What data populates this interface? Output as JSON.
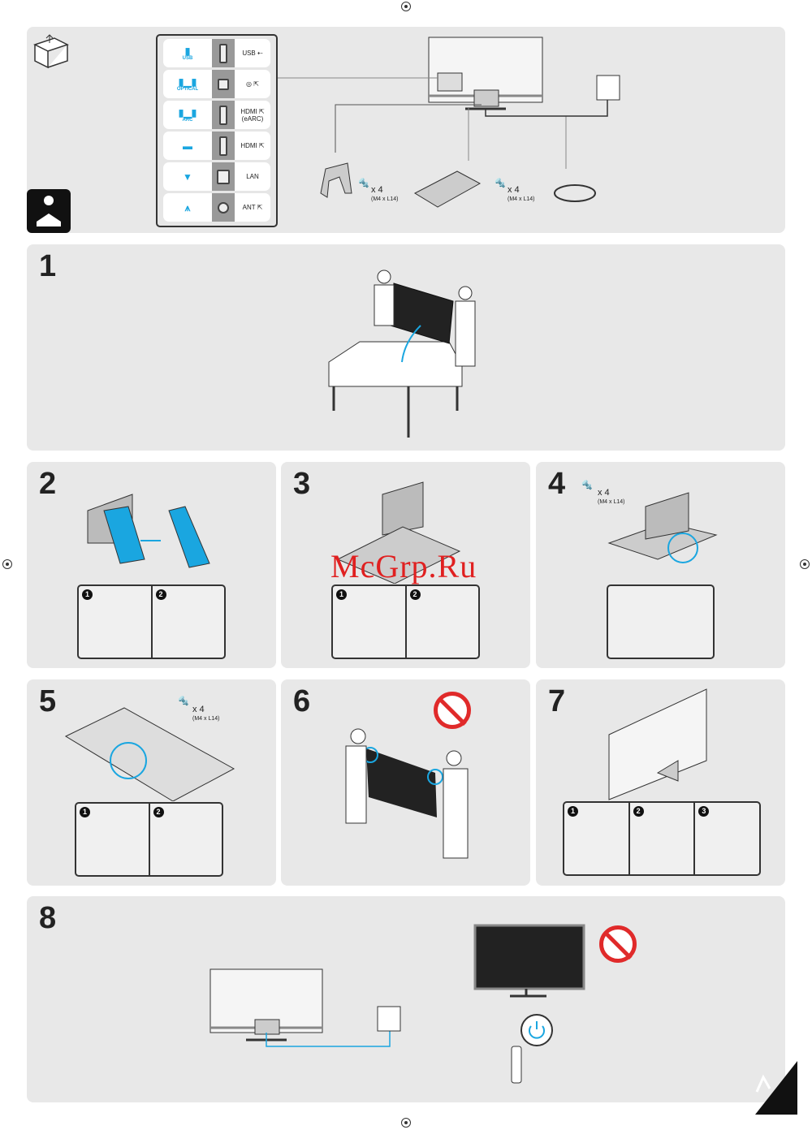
{
  "ports": [
    {
      "device": "USB",
      "port": "USB ⇠"
    },
    {
      "device": "OPTICAL",
      "port": "◎ ⇱"
    },
    {
      "device": "ARC",
      "port": "HDMI ⇱ (eARC)"
    },
    {
      "device": "",
      "port": "HDMI ⇱"
    },
    {
      "device": "",
      "port": "LAN"
    },
    {
      "device": "",
      "port": "ANT ⇱"
    }
  ],
  "accessories": {
    "screws_count": "x 4",
    "screws_spec": "(M4 x L14)"
  },
  "steps": [
    "1",
    "2",
    "3",
    "4",
    "5",
    "6",
    "7",
    "8"
  ],
  "substeps": [
    "1",
    "2",
    "3"
  ],
  "watermark": "McGrp.Ru",
  "colors": {
    "accent": "#1aa6e0",
    "warning": "#e02a2a",
    "panel": "#e8e8e8"
  }
}
